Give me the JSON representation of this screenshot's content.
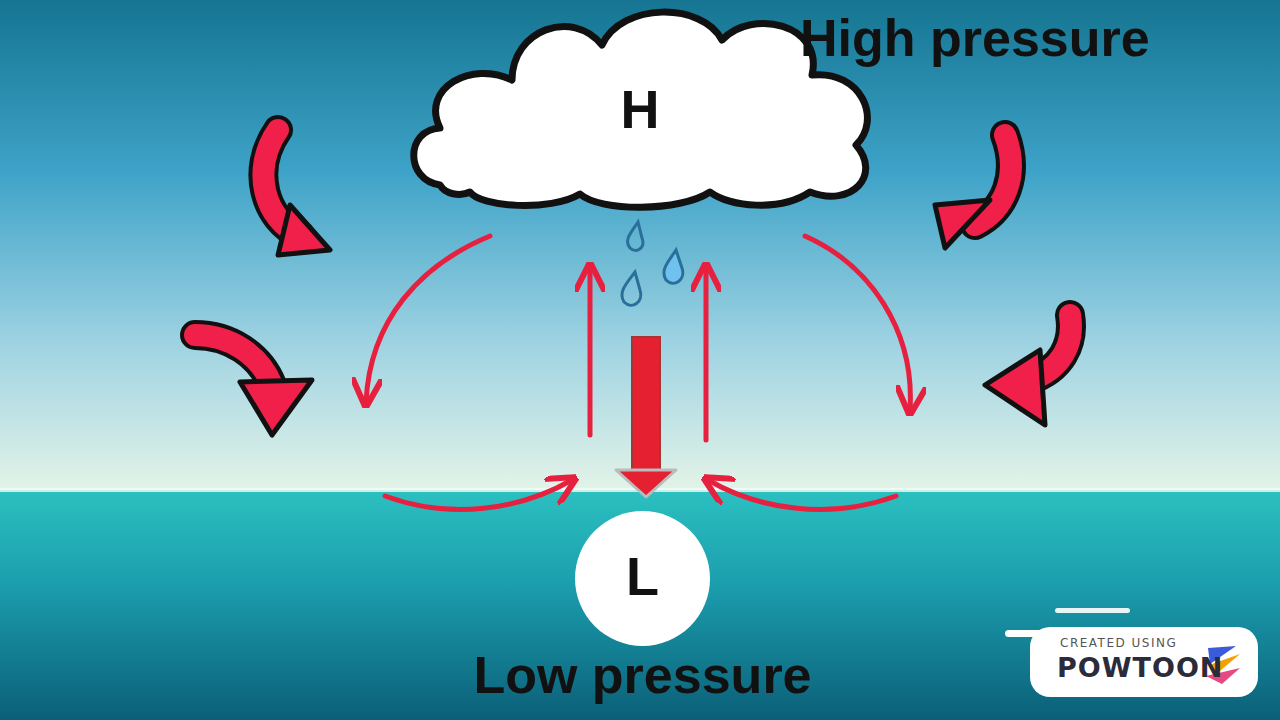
{
  "diagram": {
    "nodes": [
      {
        "text": [
          "H",
          "High pressure"
        ]
      },
      {
        "text": [
          "L",
          "Low pressure"
        ]
      }
    ],
    "labels": [
      "CREATED USING",
      "POWTOON"
    ]
  }
}
